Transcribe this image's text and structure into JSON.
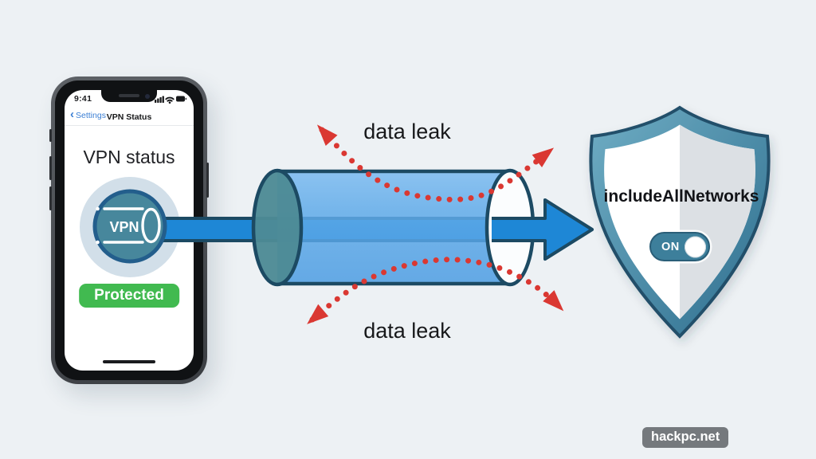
{
  "phone": {
    "status_time": "9:41",
    "back_chevron": "‹",
    "nav_back": "Settings",
    "nav_title": "VPN Status",
    "heading": "VPN status",
    "vpn_circle_label": "VPN",
    "protected_label": "Protected"
  },
  "tunnel": {
    "top_leak_label": "data leak",
    "bottom_leak_label": "data leak"
  },
  "shield": {
    "label": "includeAllNetworks",
    "toggle_state": "ON"
  },
  "watermark": "hackpc.net",
  "colors": {
    "background": "#edf1f4",
    "arrow_blue": "#1e87d6",
    "tunnel_blue": "#57a5e7",
    "outline_navy": "#1c4a63",
    "leak_red": "#da3832",
    "protected_green": "#41ba50",
    "vpn_circle_teal": "#47879c",
    "shield_teal": "#3d7f9b"
  }
}
